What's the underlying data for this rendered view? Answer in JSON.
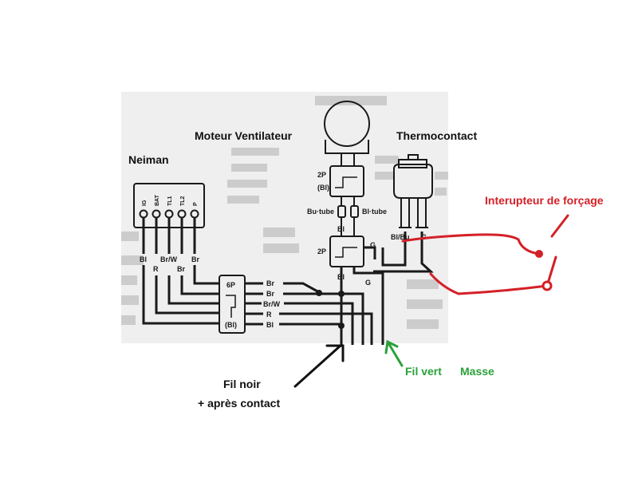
{
  "labels": {
    "moteur": "Moteur Ventilateur",
    "thermo": "Thermocontact",
    "neiman": "Neiman",
    "interrupteur": "Interupteur de forçage",
    "fil_noir": "Fil noir",
    "apres_contact": "+ après contact",
    "fil_vert": "Fil vert",
    "masse": "Masse"
  },
  "schematic": {
    "connector_2p": "2P",
    "connector_6p": "6P",
    "bl_paren": "(Bl)",
    "bu_tube": "Bu·tube",
    "bl_tube": "Bl·tube",
    "bl": "Bl",
    "g": "G",
    "bl_bu": "Bl/Bu",
    "br": "Br",
    "r": "R",
    "br_w": "Br/W",
    "neiman_pins": [
      "IG",
      "BAT",
      "TL1",
      "TL2",
      "P"
    ],
    "neiman_wires": [
      "Bl",
      "Br/W",
      "Br",
      "R"
    ],
    "connector_6p_wires": [
      "Br",
      "Br",
      "Br/W",
      "R",
      "Bl"
    ]
  },
  "colors": {
    "ink": "#1a1a1a",
    "scan_bg": "#efefef",
    "red": "#d42027",
    "green": "#2aa13a"
  }
}
